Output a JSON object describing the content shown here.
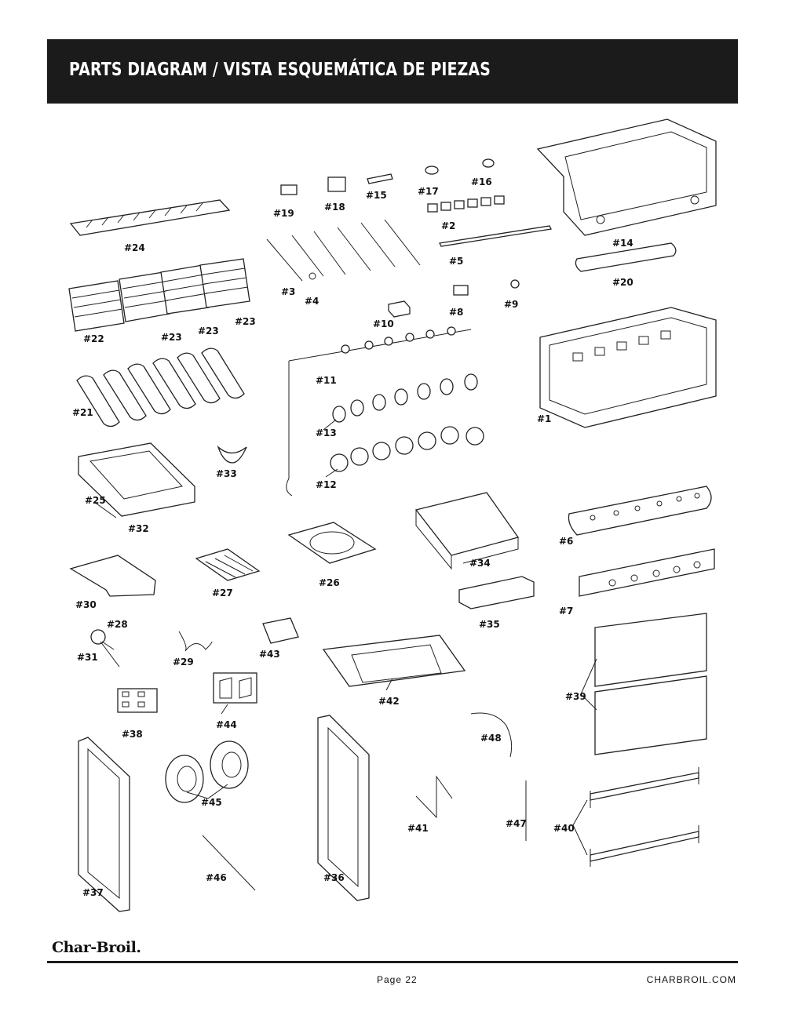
{
  "header": {
    "title": "PARTS DIAGRAM / VISTA ESQUEMÁTICA DE PIEZAS"
  },
  "parts": {
    "p1": "#1",
    "p2": "#2",
    "p3": "#3",
    "p4": "#4",
    "p5": "#5",
    "p6": "#6",
    "p7": "#7",
    "p8": "#8",
    "p9": "#9",
    "p10": "#10",
    "p11": "#11",
    "p12": "#12",
    "p13": "#13",
    "p14": "#14",
    "p15": "#15",
    "p16": "#16",
    "p17": "#17",
    "p18": "#18",
    "p19": "#19",
    "p20": "#20",
    "p21": "#21",
    "p22": "#22",
    "p23": "#23",
    "p24": "#24",
    "p25": "#25",
    "p26": "#26",
    "p27": "#27",
    "p28": "#28",
    "p29": "#29",
    "p30": "#30",
    "p31": "#31",
    "p32": "#32",
    "p33": "#33",
    "p34": "#34",
    "p35": "#35",
    "p36": "#36",
    "p37": "#37",
    "p38": "#38",
    "p39": "#39",
    "p40": "#40",
    "p41": "#41",
    "p42": "#42",
    "p43": "#43",
    "p44": "#44",
    "p45": "#45",
    "p46": "#46",
    "p47": "#47",
    "p48": "#48"
  },
  "logo": {
    "text": "Char-Broil."
  },
  "footer": {
    "page": "Page 22",
    "website": "CHARBROIL.COM"
  }
}
